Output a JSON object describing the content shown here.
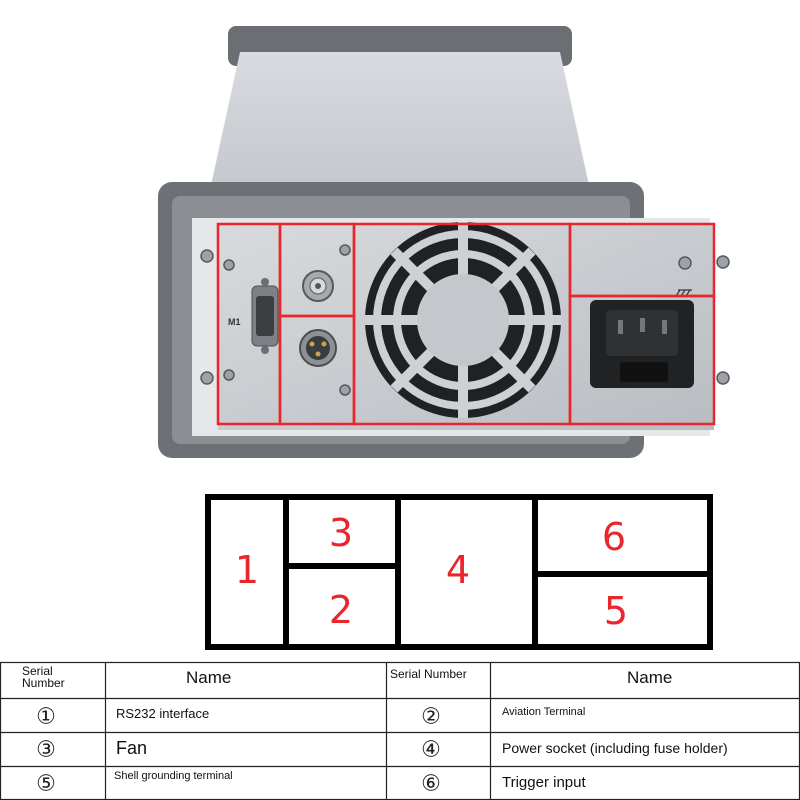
{
  "diagram": {
    "boxes": [
      "1",
      "3",
      "2",
      "4",
      "6",
      "5"
    ]
  },
  "device": {
    "port_label": "M1"
  },
  "table": {
    "headers": {
      "serial_left": "Serial Number",
      "name_left": "Name",
      "serial_right": "Serial Number",
      "name_right": "Name"
    },
    "rows": [
      {
        "left_num": "①",
        "left_name": "RS232 interface",
        "right_num": "②",
        "right_name": "Aviation Terminal"
      },
      {
        "left_num": "③",
        "left_name": "Fan",
        "right_num": "④",
        "right_name": "Power socket (including fuse holder)"
      },
      {
        "left_num": "⑤",
        "left_name": "Shell grounding terminal",
        "right_num": "⑥",
        "right_name": "Trigger input"
      }
    ]
  },
  "colors": {
    "frame_gray": "#6d7175",
    "panel_silver": "#c9ccd0",
    "highlight_red": "#e8262c",
    "table_border": "#222222"
  }
}
